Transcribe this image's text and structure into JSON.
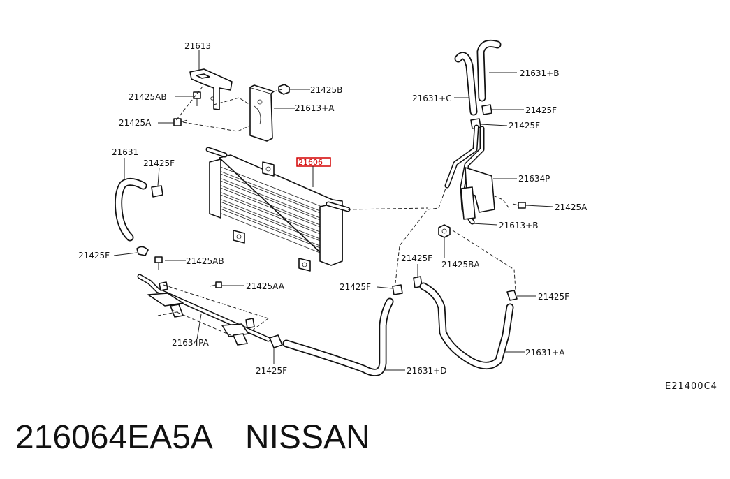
{
  "callouts": {
    "c21613": "21613",
    "c21425AB_top": "21425AB",
    "c21425A_top": "21425A",
    "c21425B": "21425B",
    "c21613A": "21613+A",
    "c21631_left": "21631",
    "c21425F_left_top": "21425F",
    "c21606": "21606",
    "c21425F_left_mid": "21425F",
    "c21425AB_mid": "21425AB",
    "c21425AA": "21425AA",
    "c21634PA": "21634PA",
    "c21425F_bottom": "21425F",
    "c21631D": "21631+D",
    "c21425F_center_left": "21425F",
    "c21425F_center": "21425F",
    "c21425BA": "21425BA",
    "c21631B": "21631+B",
    "c21631C": "21631+C",
    "c21425F_right_1": "21425F",
    "c21425F_right_2": "21425F",
    "c21634P": "21634P",
    "c21425A_right": "21425A",
    "c21613B": "21613+B",
    "c21425F_far_right": "21425F",
    "c21631A": "21631+A"
  },
  "diagram_code": "E21400C4",
  "caption": {
    "part_number": "216064EA5A",
    "brand": "NISSAN"
  },
  "highlight_color": "#d40000"
}
